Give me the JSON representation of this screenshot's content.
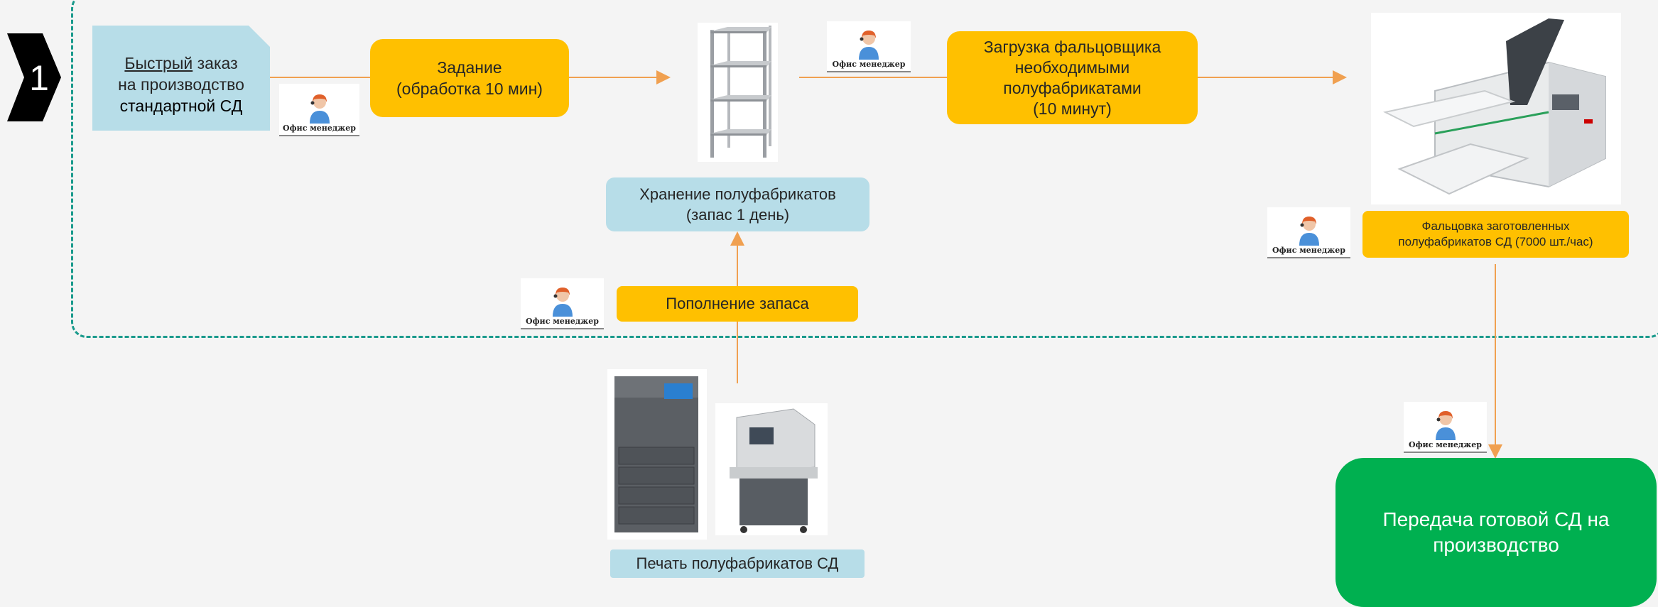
{
  "step": {
    "number": "1"
  },
  "order": {
    "underlined": "Быстрый",
    "line1_rest": " заказ",
    "line2": "на производство",
    "line3": "стандартной СД"
  },
  "task_box": {
    "line1": "Задание",
    "line2": "(обработка 10 мин)"
  },
  "storage_label": {
    "line1": "Хранение полуфабрикатов",
    "line2": "(запас 1 день)"
  },
  "restock_box": {
    "label": "Пополнение запаса"
  },
  "loading_box": {
    "line1": "Загрузка фальцовщика",
    "line2": "необходимыми",
    "line3": "полуфабрикатами",
    "line4": "(10 минут)"
  },
  "folding_box": {
    "line1": "Фальцовка заготовленных",
    "line2": "полуфабрикатов СД (7000 шт./час)"
  },
  "print_label": {
    "label": "Печать полуфабрикатов СД"
  },
  "final_box": {
    "line1": "Передача готовой СД на",
    "line2": "производство"
  },
  "manager": {
    "label": "Офис менеджер"
  },
  "colors": {
    "frame": "#1a9a8c",
    "yellow": "#ffc000",
    "light_blue": "#b7dde8",
    "green": "#00b050",
    "arrow": "#f0a050",
    "chevron": "#000000"
  },
  "icons": [
    "office-manager-icon",
    "shelf-rack-icon",
    "paper-folder-machine-icon",
    "printer-icon",
    "paper-cutter-icon"
  ]
}
